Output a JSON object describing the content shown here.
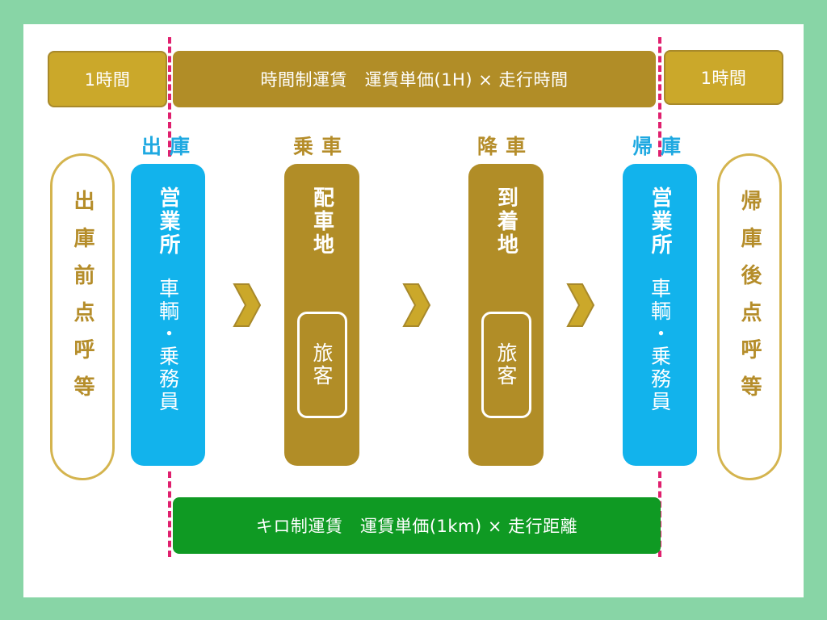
{
  "top": {
    "left_box": "1時間",
    "center_bar": "時間制運賃　運賃単価(1H) × 走行時間",
    "right_box": "1時間"
  },
  "stages": {
    "departure": "出庫",
    "boarding": "乗車",
    "alighting": "降車",
    "return": "帰庫"
  },
  "columns": {
    "pre_check": "出庫前点呼等",
    "office_left": {
      "title": "営業所",
      "body": "車輌・乗務員"
    },
    "pickup": {
      "title": "配車地",
      "passenger": "旅客"
    },
    "dropoff": {
      "title": "到着地",
      "passenger": "旅客"
    },
    "office_right": {
      "title": "営業所",
      "body": "車輌・乗務員"
    },
    "post_check": "帰庫後点呼等"
  },
  "bottom": {
    "distance_bar": "キロ制運賃　運賃単価(1km) × 走行距離"
  },
  "colors": {
    "background": "#88d5a6",
    "gold": "#b18d27",
    "ochre": "#cba82a",
    "cyan": "#12b3ec",
    "green": "#0f9a23",
    "dash": "#e0206e"
  }
}
